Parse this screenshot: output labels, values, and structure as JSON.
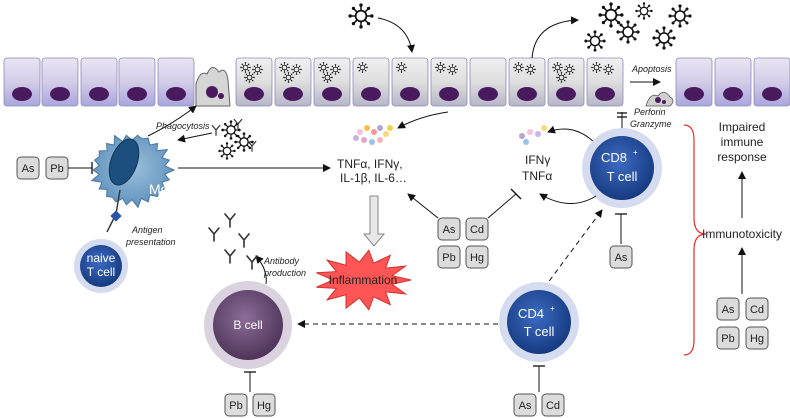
{
  "macrophage": {
    "label": "Mφ"
  },
  "phagocytosis": "Phagocytosis",
  "antigen_presentation": [
    "Antigen",
    "presentation"
  ],
  "naive_t_cell": [
    "naive",
    "T cell"
  ],
  "b_cell": "B cell",
  "antibody_production": [
    "Antibody",
    "production"
  ],
  "cytokines_left": [
    "TNFα, IFNγ,",
    "IL-1β, IL-6…"
  ],
  "cytokines_right": [
    "IFNγ",
    "TNFα"
  ],
  "cd8": {
    "main": "CD8",
    "sup": "+",
    "sub": "T cell"
  },
  "cd4": {
    "main": "CD4",
    "sup": "+",
    "sub": "T cell"
  },
  "perforin": [
    "Perforin",
    "Granzyme"
  ],
  "apoptosis": "Apoptosis",
  "inflammation": "Inflammation",
  "impaired_response": [
    "Impaired",
    "immune",
    "response"
  ],
  "immunotoxicity": "Immunotoxicity",
  "metals": {
    "macrophage_inhibitors": [
      "As",
      "Pb"
    ],
    "cytokine_inhibitors": [
      "As",
      "Cd",
      "Pb",
      "Hg"
    ],
    "cd8_inhibitor": [
      "As"
    ],
    "cd4_inhibitors": [
      "As",
      "Cd"
    ],
    "bcell_inhibitors": [
      "Pb",
      "Hg"
    ],
    "immunotoxic_metals": [
      "As",
      "Cd",
      "Pb",
      "Hg"
    ]
  },
  "colors": {
    "epithelium": "#c9c8e6",
    "nucleus": "#4a1a5e",
    "t_cell": "#2a54a8",
    "b_cell": "#6d5278",
    "macrophage": "#7ba7c9",
    "inflammation": "#ff4c4c",
    "brace": "#e0302a"
  }
}
